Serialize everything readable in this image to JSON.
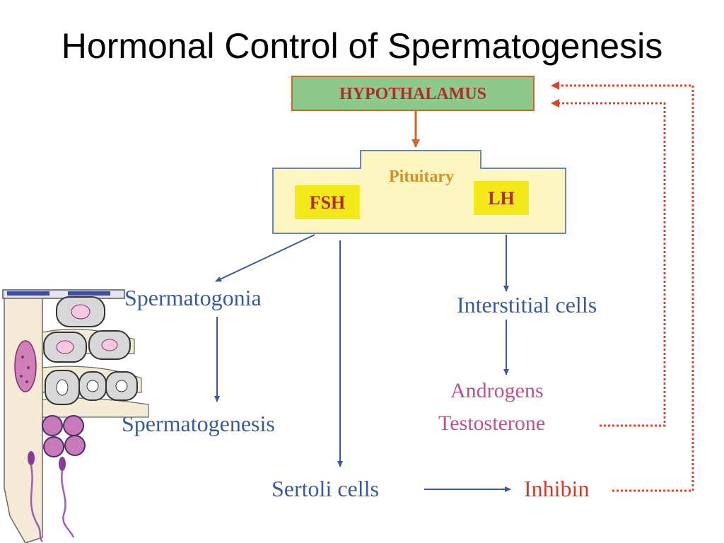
{
  "slide": {
    "title": "Hormonal Control of Spermatogenesis"
  },
  "diagram": {
    "hypothalamus": "HYPOTHALAMUS",
    "pituitary": "Pituitary",
    "fsh": "FSH",
    "lh": "LH",
    "spermatogonia": "Spermatogonia",
    "spermatogenesis": "Spermatogenesis",
    "interstitial_cells": "Interstitial cells",
    "androgens": "Androgens",
    "testosterone": "Testosterone",
    "sertoli_cells": "Sertoli cells",
    "inhibin": "Inhibin"
  },
  "colors": {
    "blue_text": "#3a5aa0",
    "pink_text": "#c0508c",
    "red_text": "#d23a28",
    "hypothalamus_text": "#b22a2a",
    "hypothalamus_fill": "#8cc98a",
    "pituitary_fill": "#fdf6c0",
    "hormone_fill": "#f2e81a",
    "feedback_line": "#e0402a",
    "arrow_orange": "#d5622a"
  }
}
